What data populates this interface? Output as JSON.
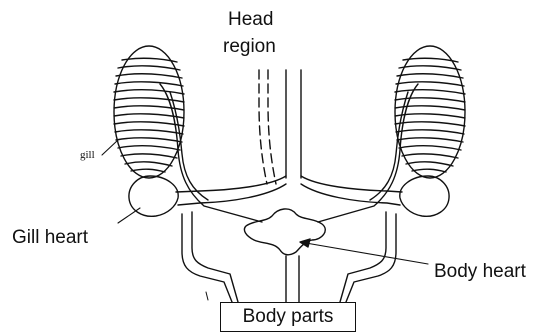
{
  "labels": {
    "head_line1": "Head",
    "head_line2": "region",
    "gill": "gill",
    "gill_heart": "Gill heart",
    "body_heart": "Body heart",
    "body_parts": "Body parts"
  },
  "colors": {
    "line": "#111111",
    "background": "#ffffff"
  }
}
